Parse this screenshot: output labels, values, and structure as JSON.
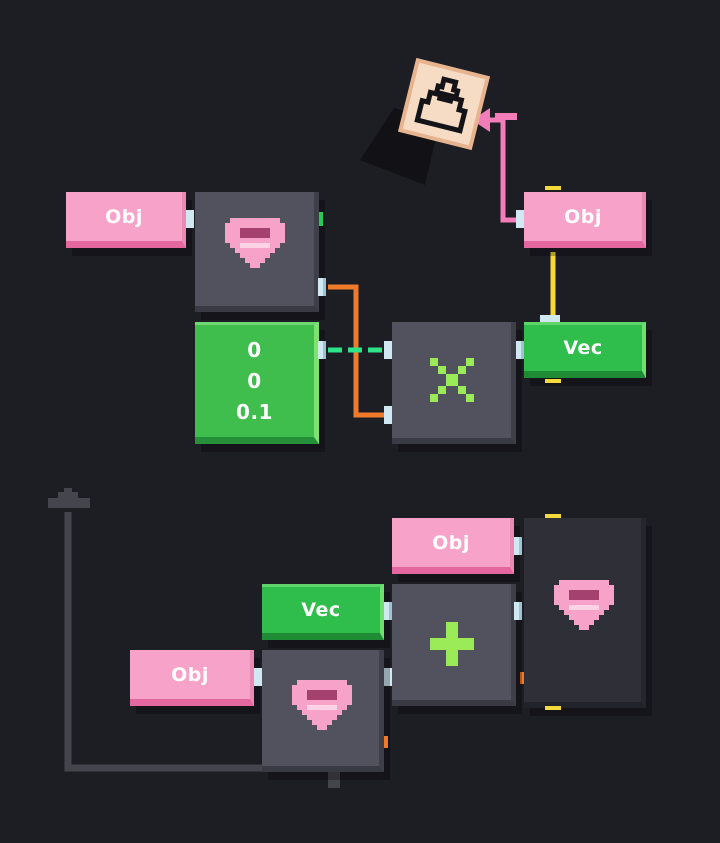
{
  "colors": {
    "background": "#1d1d24",
    "obj_block": "#f7a3c9",
    "vec_block": "#2fbd4c",
    "number_block": "#3fbe4e",
    "wire_orange": "#f07a2a",
    "wire_green": "#2ee38a",
    "wire_yellow": "#f5d83a",
    "wire_pink": "#f27db8",
    "wire_gray": "#45454d",
    "operator_symbol": "#9bea57",
    "heart_icon": "#f7a3c9"
  },
  "blocks": {
    "obj_top_left": "Obj",
    "obj_top_right": "Obj",
    "vec_top_right": "Vec",
    "number": {
      "x": "0",
      "y": "0",
      "z": "0.1"
    },
    "obj_bottom_right": "Obj",
    "vec_bottom": "Vec",
    "obj_bottom_left": "Obj"
  },
  "icons": {
    "target_card": "shirt-slot-icon",
    "location_nodes": "location-pin-icon",
    "multiply_node": "multiply-icon",
    "add_node": "plus-icon",
    "exit_arrow": "arrow-up-icon"
  }
}
